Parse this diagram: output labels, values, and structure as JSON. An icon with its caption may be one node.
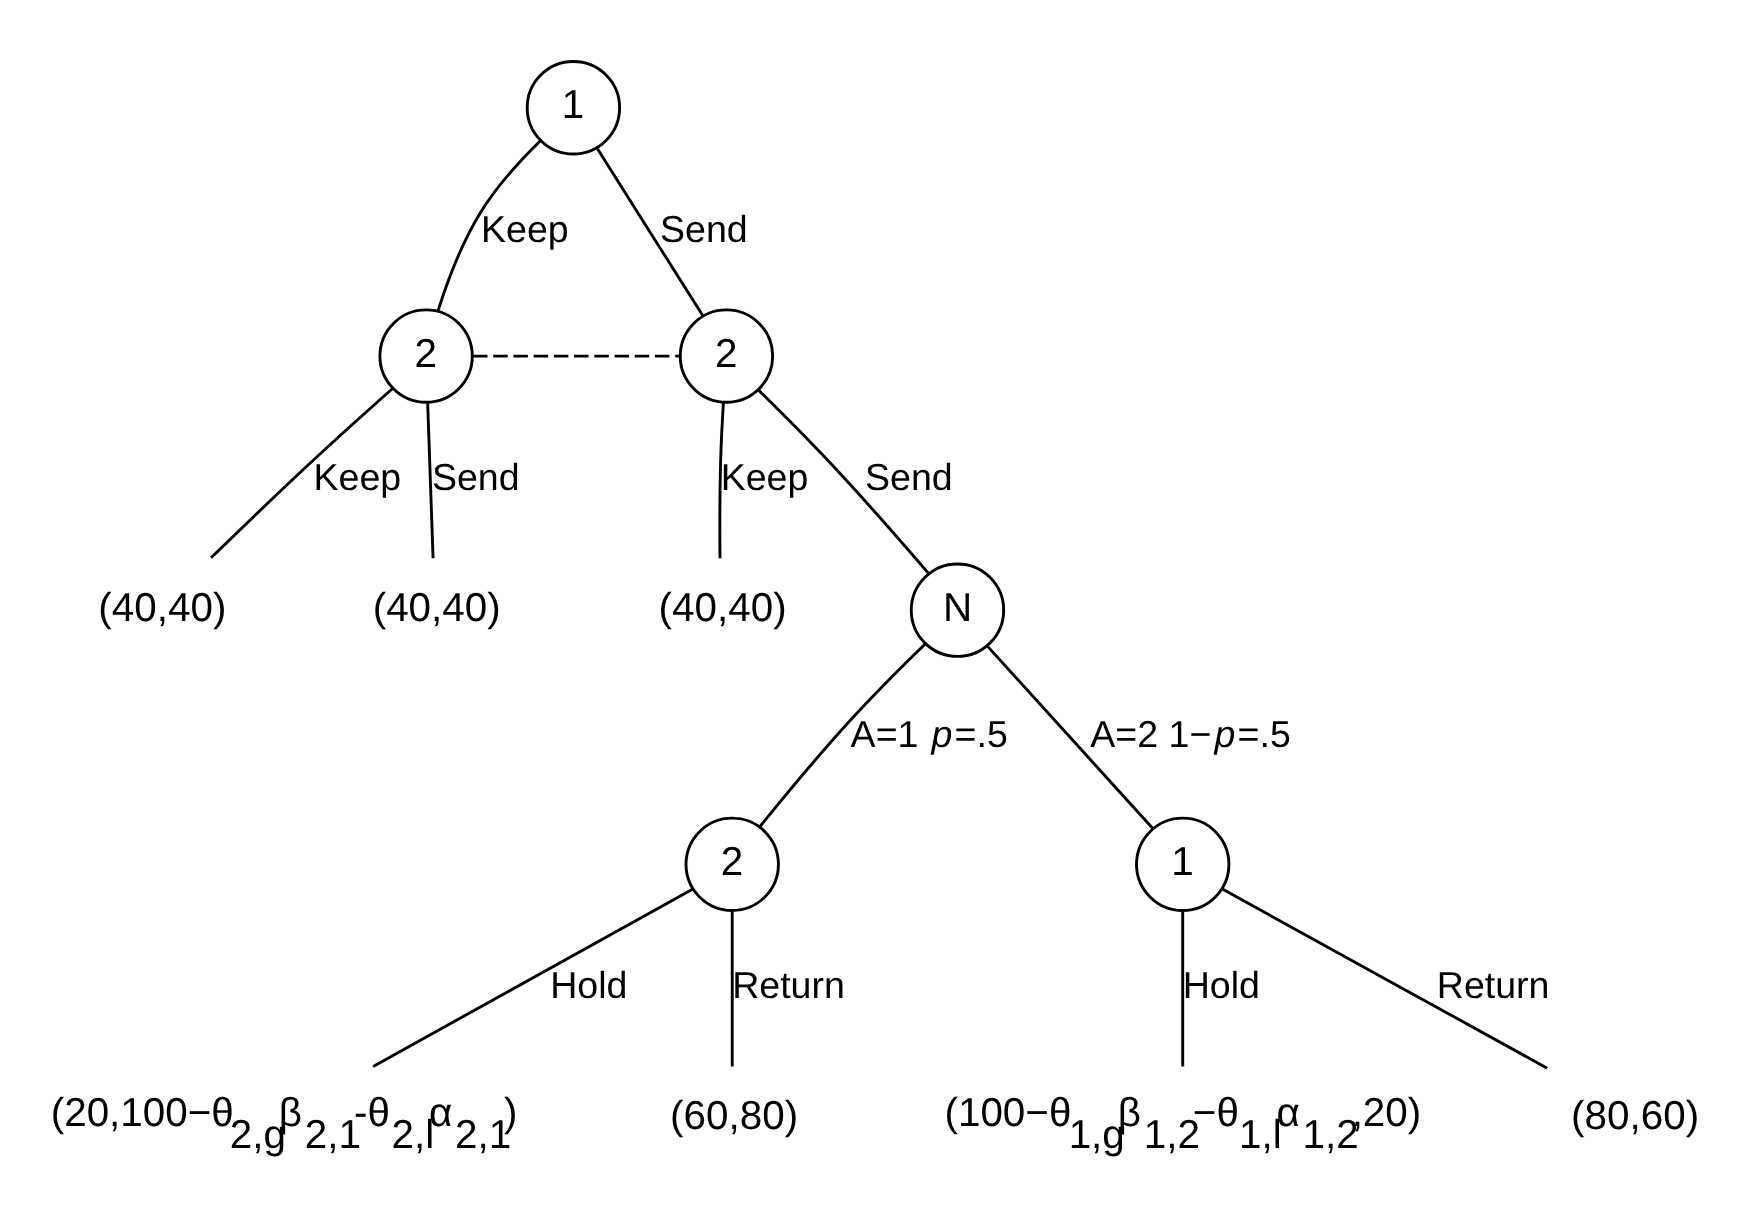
{
  "diagram": {
    "nodes": [
      {
        "text": [
          "1"
        ]
      },
      {
        "text": [
          "2"
        ]
      },
      {
        "text": [
          "2"
        ]
      },
      {
        "text": [
          "(40,40)"
        ]
      },
      {
        "text": [
          "(40,40)"
        ]
      },
      {
        "text": [
          "(40,40)"
        ]
      },
      {
        "text": [
          "N"
        ]
      },
      {
        "text": [
          "2"
        ]
      },
      {
        "text": [
          "1"
        ]
      },
      {
        "text": [
          "(20,100−θ$_{2,g}$β$_{2,1}$-θ$_{2,l}$α$_{2,1}$)"
        ]
      },
      {
        "text": [
          "(60,80)"
        ]
      },
      {
        "text": [
          "(100−θ$_{1,g}$β$_{1,2}$−θ$_{1,l}$α$_{1,2}$,20)"
        ]
      },
      {
        "text": [
          "(80,60)"
        ]
      }
    ],
    "edges": [
      {
        "from": 0,
        "to": 1,
        "arrow": "none",
        "label": "Keep"
      },
      {
        "from": 0,
        "to": 2,
        "arrow": "none",
        "label": "Send"
      },
      {
        "from": 1,
        "to": 2,
        "arrow": "none",
        "style": "dashed"
      },
      {
        "from": 1,
        "to": 3,
        "arrow": "none",
        "label": "Keep"
      },
      {
        "from": 1,
        "to": 4,
        "arrow": "none",
        "label": "Send"
      },
      {
        "from": 2,
        "to": 5,
        "arrow": "none",
        "label": "Keep"
      },
      {
        "from": 2,
        "to": 6,
        "arrow": "none",
        "label": "Send"
      },
      {
        "from": 6,
        "to": 7,
        "arrow": "none",
        "label": "A=1 *p*=.5"
      },
      {
        "from": 6,
        "to": 8,
        "arrow": "none",
        "label": "A=2 1−*p*=.5"
      },
      {
        "from": 7,
        "to": 9,
        "arrow": "none",
        "label": "Hold"
      },
      {
        "from": 7,
        "to": 10,
        "arrow": "none",
        "label": "Return"
      },
      {
        "from": 8,
        "to": 11,
        "arrow": "none",
        "label": "Hold"
      },
      {
        "from": 8,
        "to": 12,
        "arrow": "none",
        "label": "Return"
      }
    ]
  }
}
